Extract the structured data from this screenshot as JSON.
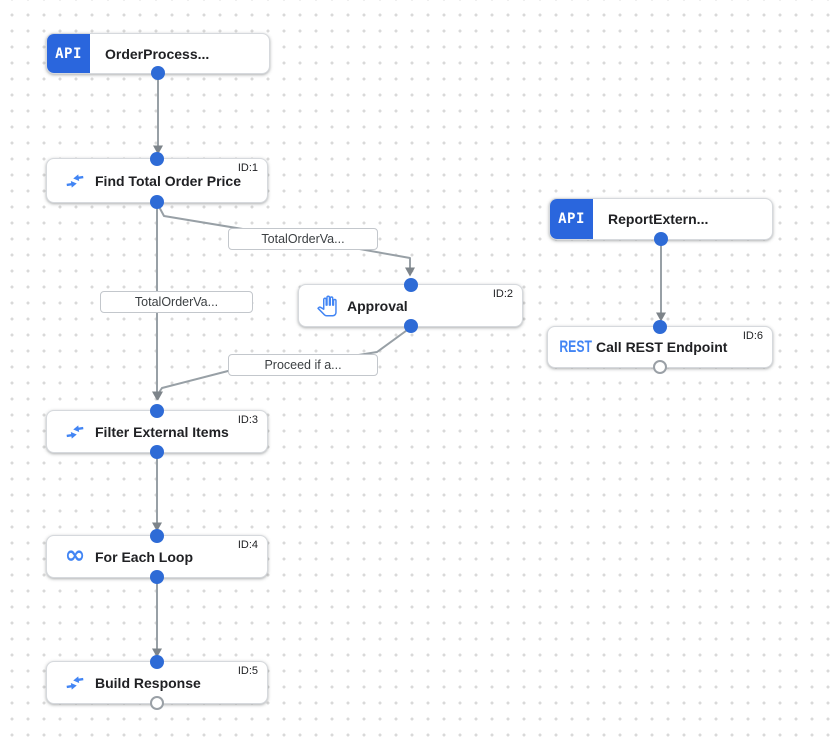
{
  "canvas": {
    "type": "integration-workflow-canvas"
  },
  "colors": {
    "node_border": "#dadce0",
    "edge_gray": "#98a0a6",
    "arrow_gray": "#7d848a",
    "connector_dot_blue": "#2e6bd6",
    "icon_blue": "#4285f4",
    "api_badge_blue": "#2a66dd",
    "grid_dot": "#d9d9d9"
  },
  "nodes": {
    "order_trigger": {
      "badge": "API",
      "label": "OrderProcess..."
    },
    "find_total": {
      "label": "Find Total Order Price",
      "id": "ID:1",
      "icon": "data-mapping-icon"
    },
    "approval": {
      "label": "Approval",
      "id": "ID:2",
      "icon": "hand-icon"
    },
    "report_trigger": {
      "badge": "API",
      "label": "ReportExtern..."
    },
    "call_rest": {
      "badge": "REST",
      "label": "Call REST Endpoint",
      "id": "ID:6",
      "icon": "rest-icon"
    },
    "filter_items": {
      "label": "Filter External Items",
      "id": "ID:3",
      "icon": "data-mapping-icon"
    },
    "for_each": {
      "label": "For Each Loop",
      "id": "ID:4",
      "icon": "infinity-icon",
      "infinity_glyph": "∞"
    },
    "build_response": {
      "label": "Build Response",
      "id": "ID:5",
      "icon": "data-mapping-icon"
    }
  },
  "edge_labels": {
    "to_approval": "TotalOrderVa...",
    "to_filter": "TotalOrderVa...",
    "from_approval": "Proceed if a..."
  }
}
